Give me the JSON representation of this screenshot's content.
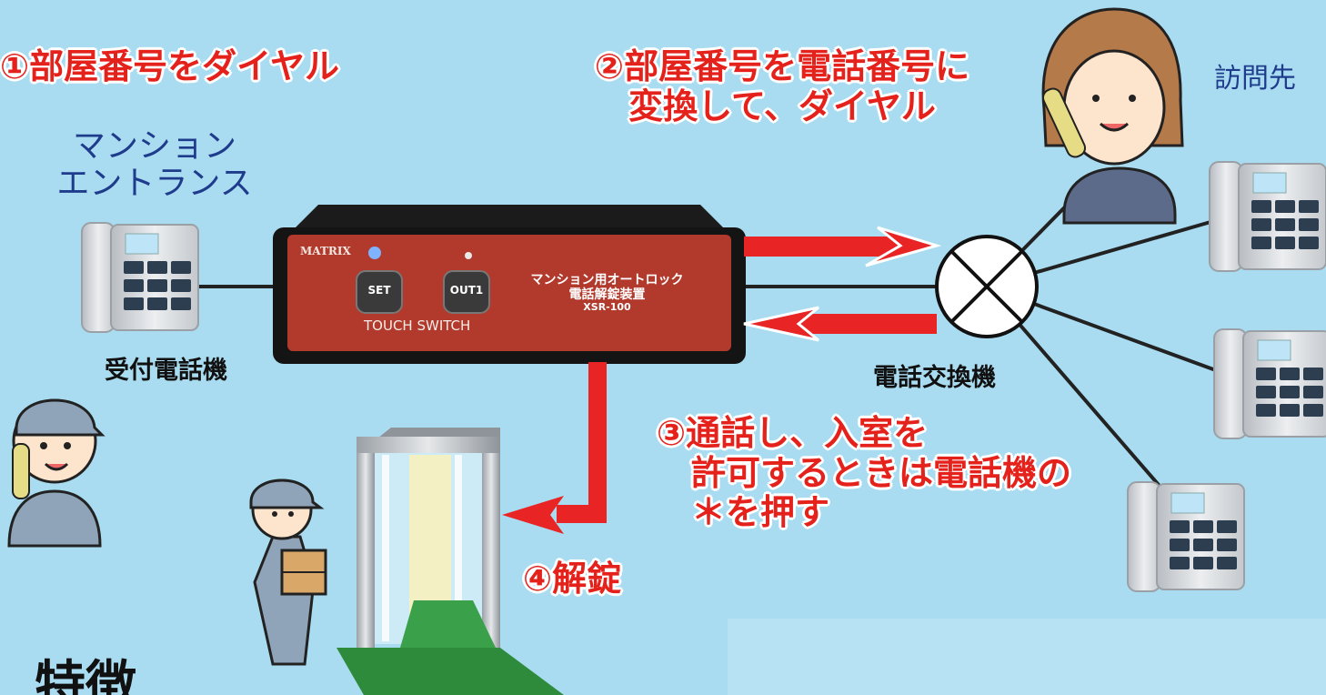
{
  "steps": {
    "step1": "①部屋番号をダイヤル",
    "step2_line1": "②部屋番号を電話番号に",
    "step2_line2": "変換して、ダイヤル",
    "step3_line1": "③通話し、入室を",
    "step3_line2": "許可するときは電話機の",
    "step3_line3": "＊を押す",
    "step4": "④解錠"
  },
  "labels": {
    "entrance_line1": "マンション",
    "entrance_line2": "エントランス",
    "reception_phone": "受付電話機",
    "pbx": "電話交換機",
    "destination": "訪問先",
    "bottom_heading": "特徴"
  },
  "device": {
    "brand": "MATRIX",
    "set_button": "SET",
    "out1_button": "OUT1",
    "touch_switch": "TOUCH SWITCH",
    "product_line1": "マンション用オートロック",
    "product_line2": "電話解錠装置",
    "model": "XSR-100"
  },
  "colors": {
    "background": "#a9dcf0",
    "step_text": "#e4211b",
    "arrow": "#e92424",
    "device_face": "#b23a2c",
    "label_blue": "#1f3c8c"
  },
  "icons": [
    "desk-phone-icon",
    "pbx-switch-icon",
    "automatic-door-icon",
    "worker-on-phone-icon",
    "delivery-worker-icon",
    "woman-on-phone-icon"
  ]
}
